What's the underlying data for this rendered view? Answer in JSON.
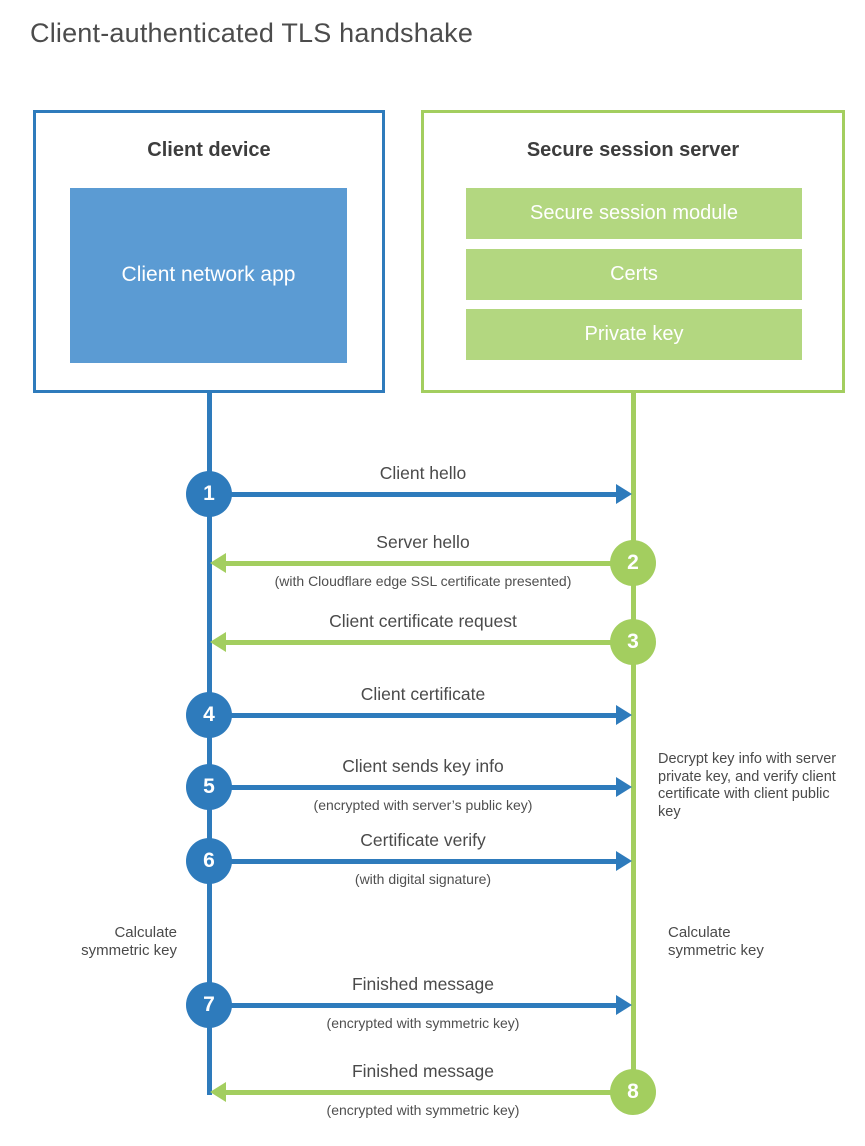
{
  "page": {
    "title": "Client-authenticated TLS handshake"
  },
  "colors": {
    "blue": "#2e7bbc",
    "blue_fill": "#5b9bd3",
    "green": "#a3ce5f",
    "green_fill": "#b3d780",
    "heading_text": "#4c4c4c",
    "label_text": "#4a4a4a",
    "white_text": "#ffffff"
  },
  "client_box": {
    "title": "Client device",
    "app_label": "Client network app"
  },
  "server_box": {
    "title": "Secure session server",
    "modules": [
      "Secure session module",
      "Certs",
      "Private key"
    ]
  },
  "steps": [
    {
      "number": "1",
      "label": "Client hello",
      "sub": "",
      "direction": "client-to-server",
      "color": "blue"
    },
    {
      "number": "2",
      "label": "Server hello",
      "sub": "(with Cloudflare edge SSL certificate presented)",
      "direction": "server-to-client",
      "color": "green"
    },
    {
      "number": "3",
      "label": "Client certificate request",
      "sub": "",
      "direction": "server-to-client",
      "color": "green"
    },
    {
      "number": "4",
      "label": "Client certificate",
      "sub": "",
      "direction": "client-to-server",
      "color": "blue"
    },
    {
      "number": "5",
      "label": "Client sends key info",
      "sub": "(encrypted with server’s public key)",
      "direction": "client-to-server",
      "color": "blue"
    },
    {
      "number": "6",
      "label": "Certificate verify",
      "sub": "(with digital signature)",
      "direction": "client-to-server",
      "color": "blue"
    },
    {
      "number": "7",
      "label": "Finished message",
      "sub": "(encrypted with symmetric key)",
      "direction": "client-to-server",
      "color": "blue"
    },
    {
      "number": "8",
      "label": "Finished message",
      "sub": "(encrypted with symmetric key)",
      "direction": "server-to-client",
      "color": "green"
    }
  ],
  "notes": {
    "decrypt_key_info": "Decrypt key info with server private key, and verify client certificate with client public key",
    "calculate_left": "Calculate symmetric key",
    "calculate_right": "Calculate symmetric key"
  }
}
